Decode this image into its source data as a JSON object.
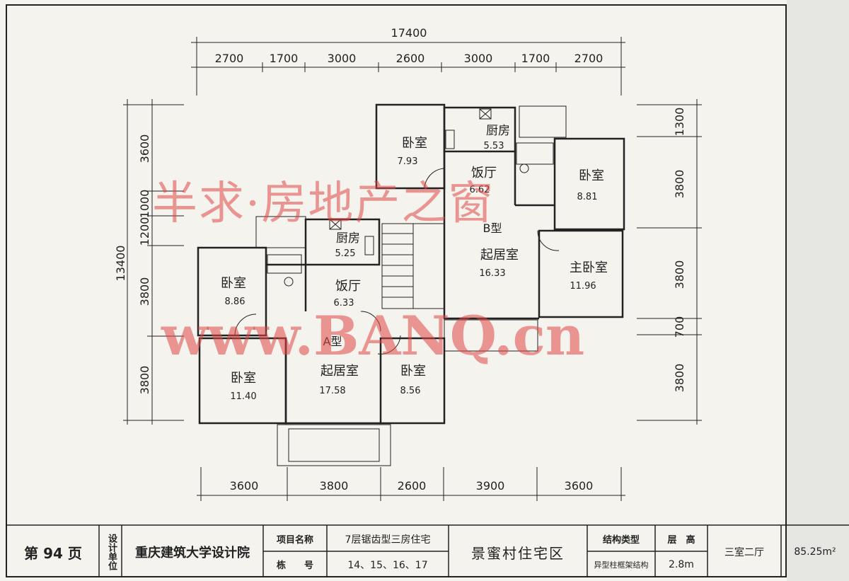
{
  "dims": {
    "top_total": "17400",
    "top": [
      "2700",
      "1700",
      "3000",
      "2600",
      "3000",
      "1700",
      "2700"
    ],
    "bottom": [
      "3600",
      "3800",
      "2600",
      "3900",
      "3600"
    ],
    "left_total": "13400",
    "left": [
      "3600",
      "1000",
      "1200",
      "3800",
      "3800"
    ],
    "right": [
      "1300",
      "3800",
      "3800",
      "700",
      "3800"
    ]
  },
  "rooms": {
    "a_bed1": {
      "name": "卧室",
      "area": "8.86"
    },
    "a_bed2": {
      "name": "卧室",
      "area": "11.40"
    },
    "a_kitchen": {
      "name": "厨房",
      "area": "5.25"
    },
    "a_dining": {
      "name": "饭厅",
      "area": "6.33"
    },
    "a_living": {
      "name": "起居室",
      "area": "17.58"
    },
    "a_bed3": {
      "name": "卧室",
      "area": "8.56"
    },
    "b_bed1": {
      "name": "卧室",
      "area": "7.93"
    },
    "b_kitchen": {
      "name": "厨房",
      "area": "5.53"
    },
    "b_dining": {
      "name": "饭厅",
      "area": "6.62"
    },
    "b_bed2": {
      "name": "卧室",
      "area": "8.81"
    },
    "b_living": {
      "name": "起居室",
      "area": "16.33"
    },
    "b_master": {
      "name": "主卧室",
      "area": "11.96"
    }
  },
  "types": {
    "a": "A型",
    "b": "B型"
  },
  "watermark": {
    "line1": "半求·房地产之窗",
    "line2": "www.BANQ.cn"
  },
  "title_block": {
    "page": "第 94 页",
    "design_unit_label": "设计单位",
    "design_unit": "重庆建筑大学设计院",
    "project_name_label": "项目名称",
    "project_name": "7层锯齿型三房住宅",
    "building_no_label": "栋　　号",
    "building_no": "14、15、16、17",
    "district": "景蜜村住宅区",
    "structure_label": "结构类型",
    "structure": "异型柱框架结构",
    "floor_height_label": "层　高",
    "floor_height": "2.8m",
    "layout": "三室二厅",
    "area": "85.25m²"
  }
}
